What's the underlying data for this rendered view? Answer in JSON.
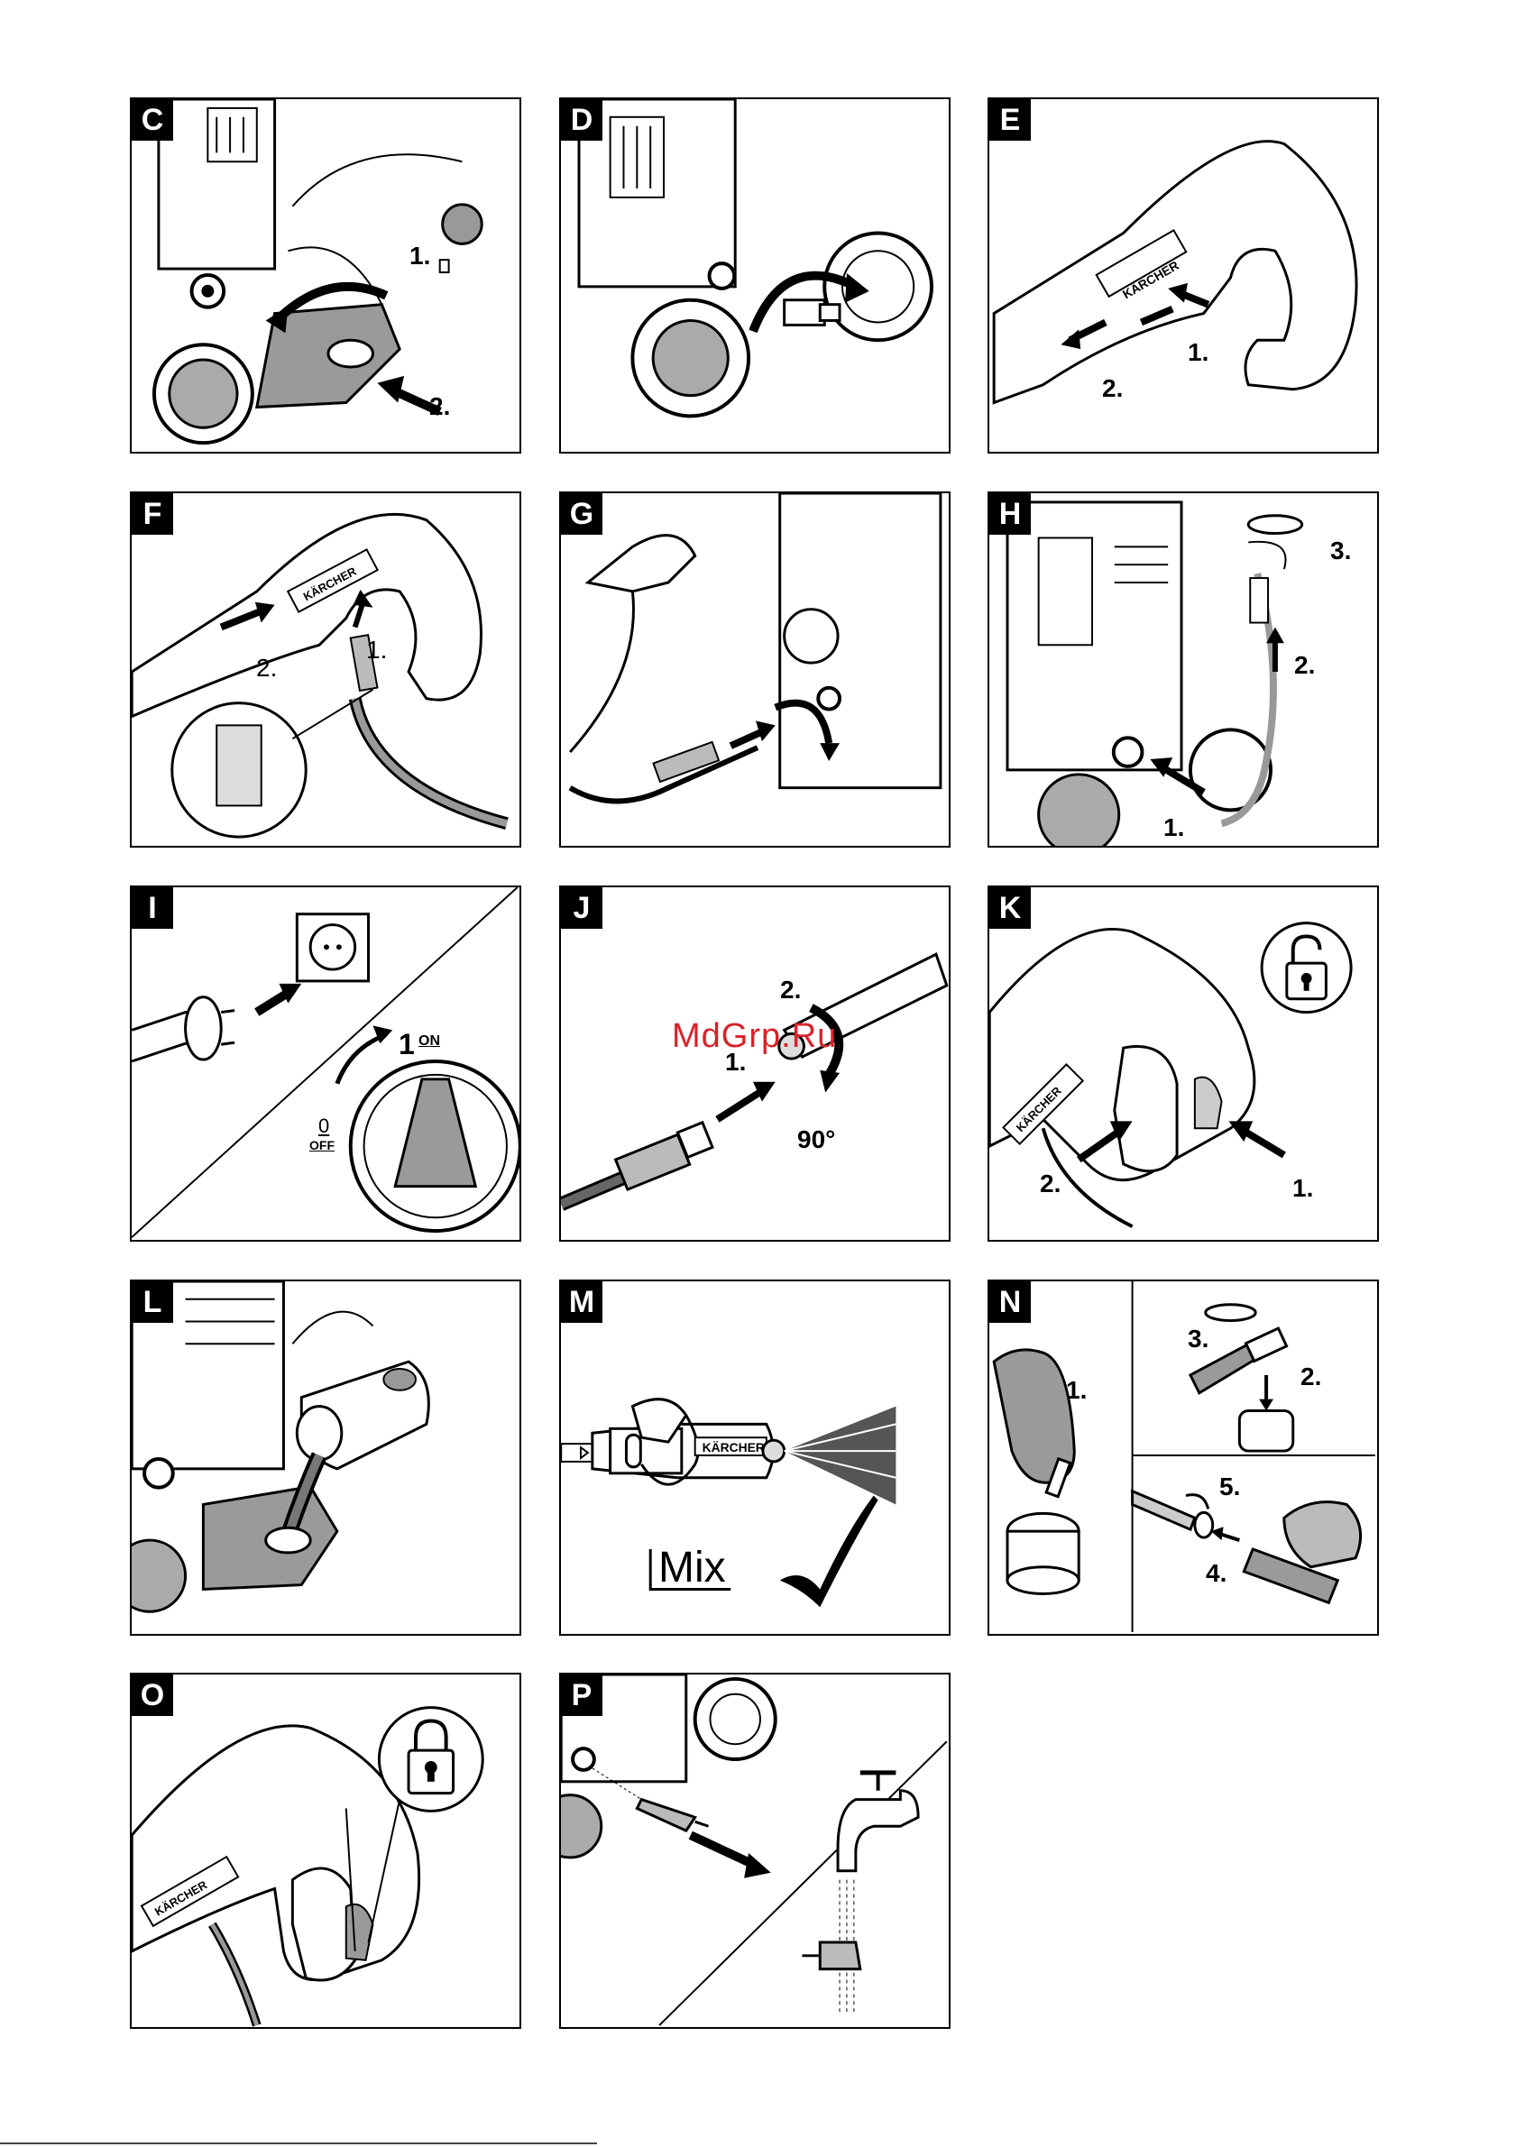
{
  "panels": {
    "c": {
      "letter": "C",
      "steps": [
        "1.",
        "2."
      ]
    },
    "d": {
      "letter": "D"
    },
    "e": {
      "letter": "E",
      "steps": [
        "1.",
        "2."
      ]
    },
    "f": {
      "letter": "F",
      "steps": [
        "1.",
        "2."
      ]
    },
    "g": {
      "letter": "G"
    },
    "h": {
      "letter": "H",
      "steps": [
        "1.",
        "2.",
        "3."
      ]
    },
    "i": {
      "letter": "I",
      "dial_on_number": "1",
      "dial_on_label": "ON",
      "dial_off_number": "0",
      "dial_off_label": "OFF"
    },
    "j": {
      "letter": "J",
      "steps": [
        "1.",
        "2."
      ],
      "angle": "90°"
    },
    "k": {
      "letter": "K",
      "steps": [
        "1.",
        "2."
      ],
      "lock_icon_state": "unlocked"
    },
    "l": {
      "letter": "L"
    },
    "m": {
      "letter": "M",
      "mix_label": "Mix",
      "brand_label": "KÄRCHER"
    },
    "n": {
      "letter": "N",
      "steps": [
        "1.",
        "2.",
        "3.",
        "4.",
        "5."
      ]
    },
    "o": {
      "letter": "O",
      "lock_icon_state": "locked"
    },
    "p": {
      "letter": "P"
    }
  },
  "brand": "KÄRCHER",
  "watermark": "MdGrp.Ru",
  "colors": {
    "ink": "#000000",
    "gray": "#9a9a9a",
    "watermark": "#d8232a"
  }
}
